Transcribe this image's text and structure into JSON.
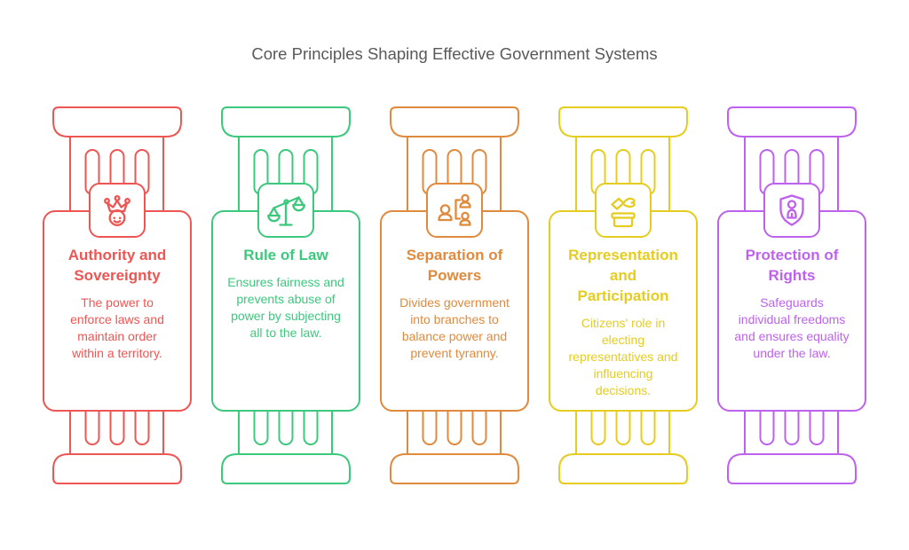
{
  "title": "Core Principles Shaping Effective Government Systems",
  "colors": {
    "title_text": "#595959",
    "red": "#ED5653",
    "green": "#3CC87D",
    "orange": "#DF8A3C",
    "yellow": "#E5CC1F",
    "purple": "#BE62EE",
    "background": "#FFFFFF"
  },
  "pillars": [
    {
      "color": "#ED5653",
      "icon": "crown-king-icon",
      "title": "Authority and\nSovereignty",
      "description": "The power to\nenforce laws and\nmaintain order\nwithin a territory."
    },
    {
      "color": "#3CC87D",
      "icon": "justice-scales-icon",
      "title": "Rule of Law",
      "description": "Ensures fairness and\nprevents abuse of\npower by subjecting\nall to the law."
    },
    {
      "color": "#DF8A3C",
      "icon": "hierarchy-people-icon",
      "title": "Separation of\nPowers",
      "description": "Divides government\ninto branches to\nbalance power and\nprevent tyranny."
    },
    {
      "color": "#E5CC1F",
      "icon": "ballot-box-icon",
      "title": "Representation\nand\nParticipation",
      "description": "Citizens' role in\nelecting\nrepresentatives and\ninfluencing\ndecisions."
    },
    {
      "color": "#BE62EE",
      "icon": "shield-person-icon",
      "title": "Protection of\nRights",
      "description": "Safeguards\nindividual freedoms\nand ensures equality\nunder the law."
    }
  ]
}
